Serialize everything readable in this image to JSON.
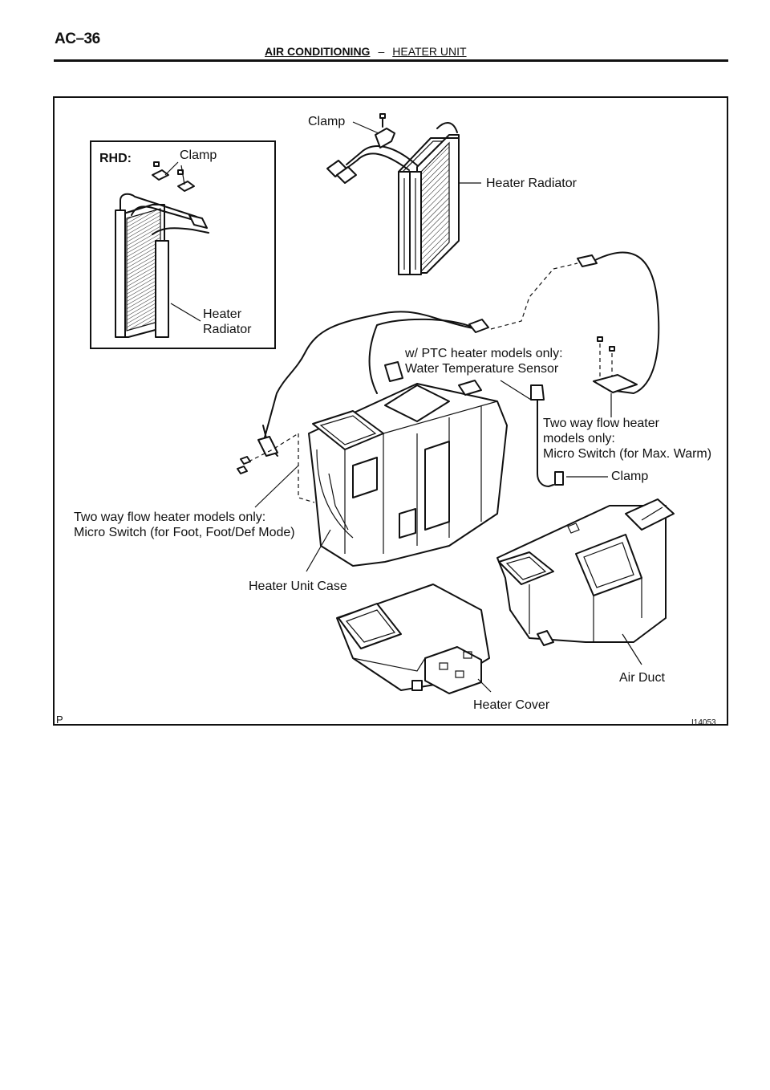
{
  "page": {
    "number": "AC–36",
    "section": "AIR CONDITIONING",
    "separator": "–",
    "subsection": "HEATER UNIT"
  },
  "diagram": {
    "rhd_label": "RHD:",
    "rhd_clamp": "Clamp",
    "rhd_heater_radiator": "Heater\nRadiator",
    "clamp_top": "Clamp",
    "heater_radiator": "Heater Radiator",
    "ptc_note": "w/ PTC heater models only:\nWater Temperature Sensor",
    "micro_switch_max": "Two way flow heater\nmodels only:\nMicro Switch (for Max. Warm)",
    "clamp_right": "Clamp",
    "micro_switch_foot": "Two way flow heater models only:\nMicro Switch (for Foot, Foot/Def Mode)",
    "heater_unit_case": "Heater Unit Case",
    "air_duct": "Air Duct",
    "heater_cover": "Heater Cover",
    "corner_mark": "P",
    "figure_code": "I14053"
  }
}
